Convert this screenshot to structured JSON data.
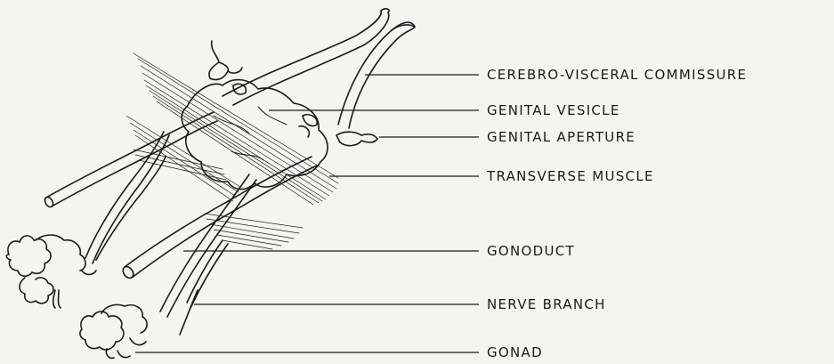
{
  "labels": {
    "cerebro_visceral_commissure": "CEREBRO-VISCERAL COMMISSURE",
    "genital_vesicle": "GENITAL  VESICLE",
    "genital_aperture": "GENITAL  APERTURE",
    "transverse_muscle": "TRANSVERSE  MUSCLE",
    "gonoduct": "GONODUCT",
    "nerve_branch": "NERVE BRANCH",
    "gonad": "GONAD"
  }
}
